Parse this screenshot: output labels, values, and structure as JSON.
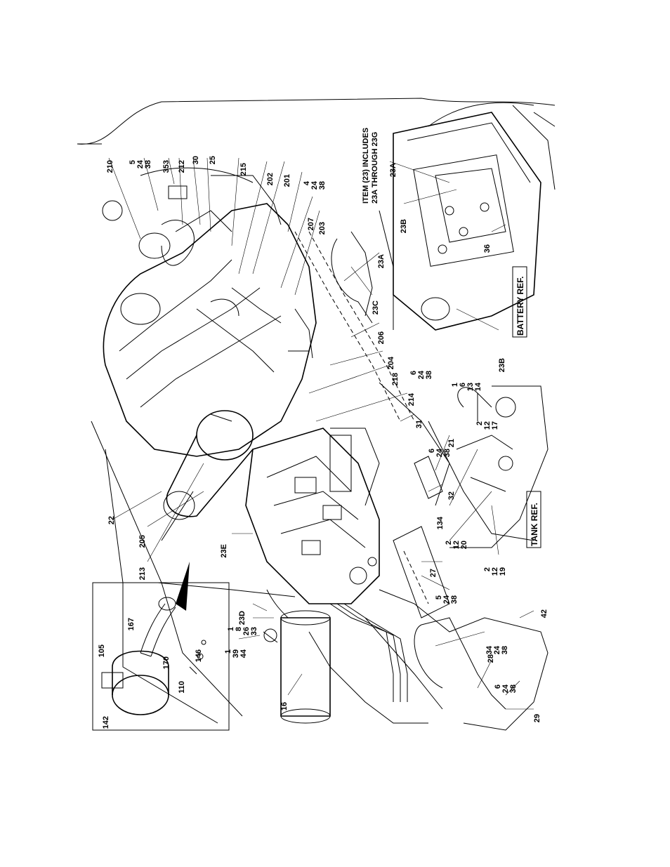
{
  "diagram": {
    "orientation": "rotated-90-ccw",
    "references": {
      "battery_ref": "BATTERY REF.",
      "tank_ref": "TANK REF."
    },
    "note": {
      "line1": "ITEM (23) INCLUDES",
      "line2": "23A THROUGH 23G"
    },
    "callouts": [
      {
        "id": "c-210",
        "lines": [
          "210"
        ]
      },
      {
        "id": "c-5-24-38-top",
        "lines": [
          "5",
          "24",
          "38"
        ]
      },
      {
        "id": "c-353",
        "lines": [
          "353"
        ]
      },
      {
        "id": "c-212",
        "lines": [
          "212"
        ]
      },
      {
        "id": "c-30",
        "lines": [
          "30"
        ]
      },
      {
        "id": "c-25",
        "lines": [
          "25"
        ]
      },
      {
        "id": "c-215",
        "lines": [
          "215"
        ]
      },
      {
        "id": "c-202",
        "lines": [
          "202"
        ]
      },
      {
        "id": "c-201",
        "lines": [
          "201"
        ]
      },
      {
        "id": "c-4-24-38",
        "lines": [
          "4",
          "24",
          "38"
        ]
      },
      {
        "id": "c-207",
        "lines": [
          "207"
        ]
      },
      {
        "id": "c-203",
        "lines": [
          "203"
        ]
      },
      {
        "id": "c-23A-a",
        "lines": [
          "23A"
        ]
      },
      {
        "id": "c-23A-b",
        "lines": [
          "23A"
        ]
      },
      {
        "id": "c-23B-a",
        "lines": [
          "23B"
        ]
      },
      {
        "id": "c-23B-b",
        "lines": [
          "23B"
        ]
      },
      {
        "id": "c-23C",
        "lines": [
          "23C"
        ]
      },
      {
        "id": "c-36",
        "lines": [
          "36"
        ]
      },
      {
        "id": "c-206",
        "lines": [
          "206"
        ]
      },
      {
        "id": "c-204",
        "lines": [
          "204"
        ]
      },
      {
        "id": "c-218",
        "lines": [
          "218"
        ]
      },
      {
        "id": "c-6-24-38-a",
        "lines": [
          "6",
          "24",
          "38"
        ]
      },
      {
        "id": "c-214",
        "lines": [
          "214"
        ]
      },
      {
        "id": "c-31",
        "lines": [
          "31"
        ]
      },
      {
        "id": "c-1-6-13-14",
        "lines": [
          "1",
          "6",
          "13",
          "14"
        ]
      },
      {
        "id": "c-21",
        "lines": [
          "21"
        ]
      },
      {
        "id": "c-2-12-17",
        "lines": [
          "2",
          "12",
          "17"
        ]
      },
      {
        "id": "c-6-24-38-b",
        "lines": [
          "6",
          "24",
          "38"
        ]
      },
      {
        "id": "c-32",
        "lines": [
          "32"
        ]
      },
      {
        "id": "c-134",
        "lines": [
          "134"
        ]
      },
      {
        "id": "c-2-12-20",
        "lines": [
          "2",
          "12",
          "20"
        ]
      },
      {
        "id": "c-2-12-19",
        "lines": [
          "2",
          "12",
          "19"
        ]
      },
      {
        "id": "c-27",
        "lines": [
          "27"
        ]
      },
      {
        "id": "c-5-24-38-b",
        "lines": [
          "5",
          "24",
          "38"
        ]
      },
      {
        "id": "c-42",
        "lines": [
          "42"
        ]
      },
      {
        "id": "c-34-24-38",
        "lines": [
          "34",
          "24",
          "38"
        ]
      },
      {
        "id": "c-28",
        "lines": [
          "28"
        ]
      },
      {
        "id": "c-6-24-38-c",
        "lines": [
          "6",
          "24",
          "38"
        ]
      },
      {
        "id": "c-29",
        "lines": [
          "29"
        ]
      },
      {
        "id": "c-22",
        "lines": [
          "22"
        ]
      },
      {
        "id": "c-205",
        "lines": [
          "205"
        ]
      },
      {
        "id": "c-213",
        "lines": [
          "213"
        ]
      },
      {
        "id": "c-23E",
        "lines": [
          "23E"
        ]
      },
      {
        "id": "c-23D",
        "lines": [
          "23D"
        ]
      },
      {
        "id": "c-1-8-26-33",
        "lines": [
          "1",
          "8",
          "26",
          "33"
        ]
      },
      {
        "id": "c-1-39-44",
        "lines": [
          "1",
          "39",
          "44"
        ]
      },
      {
        "id": "c-16",
        "lines": [
          "16"
        ]
      },
      {
        "id": "c-167",
        "lines": [
          "167"
        ]
      },
      {
        "id": "c-105",
        "lines": [
          "105"
        ]
      },
      {
        "id": "c-170",
        "lines": [
          "170"
        ]
      },
      {
        "id": "c-146",
        "lines": [
          "146"
        ]
      },
      {
        "id": "c-110",
        "lines": [
          "110"
        ]
      },
      {
        "id": "c-142",
        "lines": [
          "142"
        ]
      }
    ]
  }
}
